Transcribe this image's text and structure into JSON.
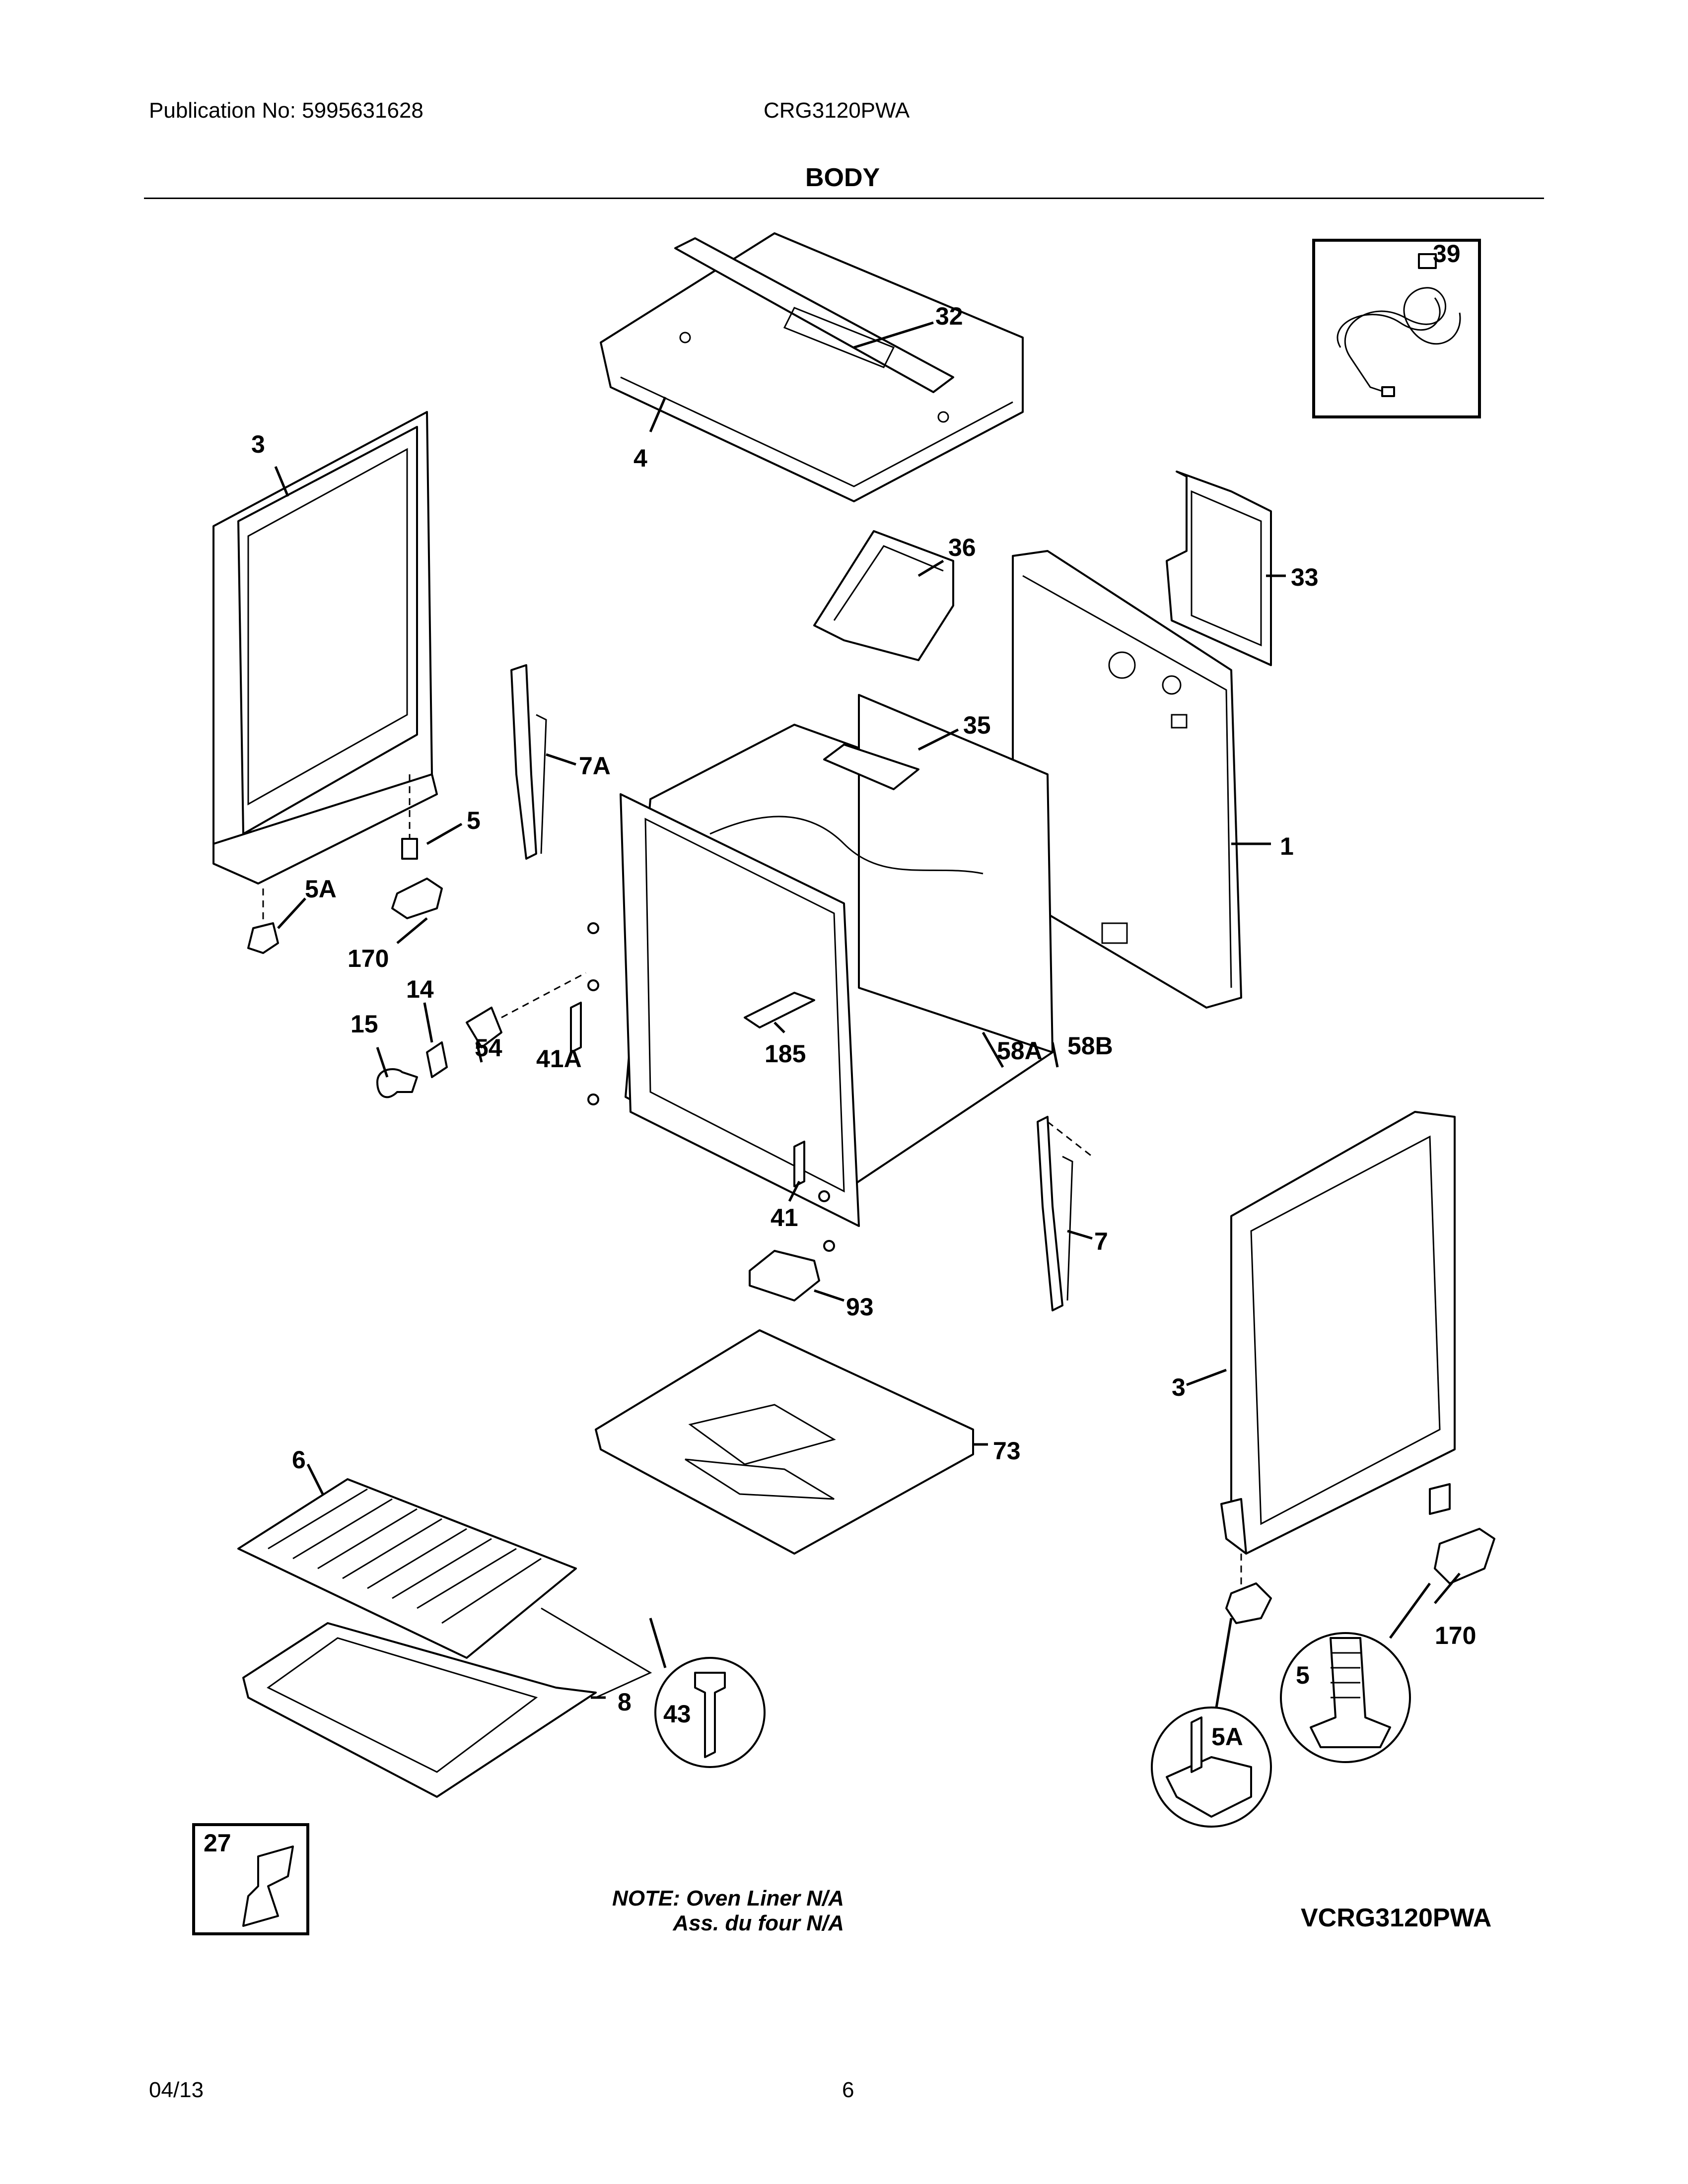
{
  "header": {
    "publication": "Publication No: 5995631628",
    "model": "CRG3120PWA",
    "section_title": "BODY"
  },
  "footer": {
    "date": "04/13",
    "page": "6"
  },
  "note": {
    "line1": "NOTE: Oven Liner N/A",
    "line2": "Ass. du four N/A"
  },
  "diagram_id": "VCRG3120PWA",
  "callouts": {
    "c39": "39",
    "c32": "32",
    "c4": "4",
    "c3a": "3",
    "c36": "36",
    "c33": "33",
    "c35": "35",
    "c7A": "7A",
    "c5a": "5",
    "c5Aa": "5A",
    "c170a": "170",
    "c14": "14",
    "c15": "15",
    "c54": "54",
    "c41A": "41A",
    "c185": "185",
    "c58A": "58A",
    "c58B": "58B",
    "c1": "1",
    "c41": "41",
    "c7": "7",
    "c93": "93",
    "c3b": "3",
    "c73": "73",
    "c6": "6",
    "c170b": "170",
    "c5b": "5",
    "c5Ab": "5A",
    "c43": "43",
    "c8": "8",
    "c27": "27"
  }
}
